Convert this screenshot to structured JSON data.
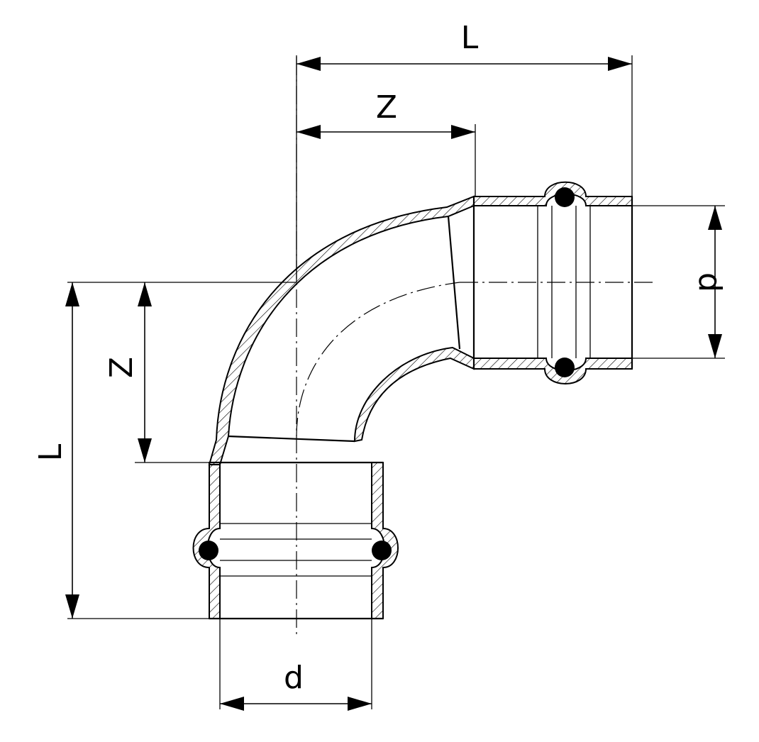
{
  "labels": {
    "top_L": "L",
    "top_Z": "Z",
    "right_d": "d",
    "left_L": "L",
    "left_Z": "Z",
    "bottom_d": "d"
  }
}
